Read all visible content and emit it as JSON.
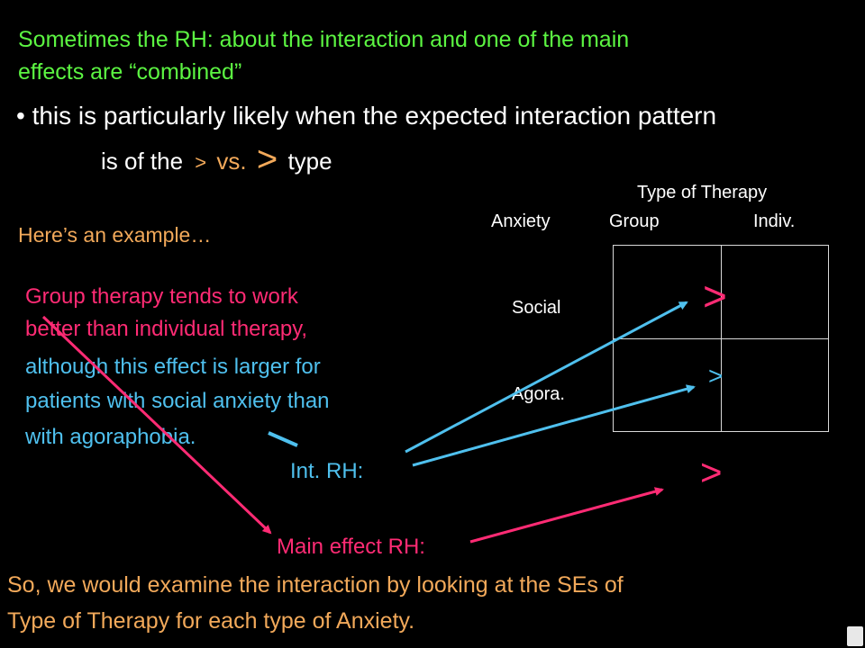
{
  "heading": {
    "line1": "Sometimes the RH: about the interaction and one of the main",
    "line2": "effects are “combined”"
  },
  "bullet": {
    "line1": "• this is particularly likely when the expected interaction pattern",
    "line2_pre": "is of the",
    "small_gt": ">",
    "vs": "vs.",
    "big_gt": ">",
    "line2_post": "type"
  },
  "example_intro": "Here’s an example…",
  "hypothesis": {
    "pink_lines": [
      "Group therapy tends to work",
      "better than individual therapy,"
    ],
    "blue_lines": [
      "although this effect is larger for",
      "patients with social anxiety than",
      "with agoraphobia."
    ]
  },
  "table": {
    "title": "Type of Therapy",
    "row_header": "Anxiety",
    "col_group": "Group",
    "col_indiv": "Indiv.",
    "row_social": "Social",
    "row_agora": "Agora.",
    "social_sign": ">",
    "agora_sign": ">",
    "main_sign": ">"
  },
  "labels": {
    "int_rh": "Int. RH:",
    "main_rh": "Main effect RH:"
  },
  "conclusion": {
    "line1": "So, we would examine the interaction by looking at the SEs of",
    "line2": "Type of Therapy for each type of Anxiety."
  },
  "colors": {
    "green": "#5cf542",
    "orange": "#f2a95a",
    "pink": "#ff2b74",
    "blue": "#4fc0ee",
    "background": "#000000"
  }
}
